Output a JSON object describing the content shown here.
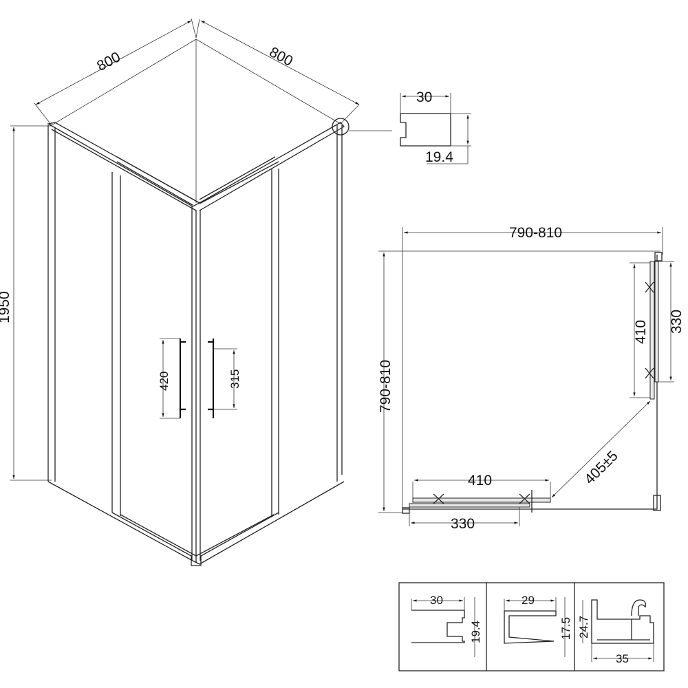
{
  "iso_view": {
    "width_left": "800",
    "width_right": "800",
    "height": "1950",
    "handle_left": "420",
    "handle_right": "315"
  },
  "detail_profile": {
    "width": "30",
    "depth": "19.4"
  },
  "plan_view": {
    "width": "790-810",
    "depth": "790-810",
    "door_right_length": "410",
    "door_right_fixed": "330",
    "door_bottom_length": "410",
    "door_bottom_fixed": "330",
    "entrance_diagonal": "405±5"
  },
  "profiles_table": [
    {
      "dim_a": "30",
      "dim_b": "19.4"
    },
    {
      "dim_a": "29",
      "dim_b": "17.5"
    },
    {
      "dim_a": "35",
      "dim_b": "24.7"
    }
  ]
}
